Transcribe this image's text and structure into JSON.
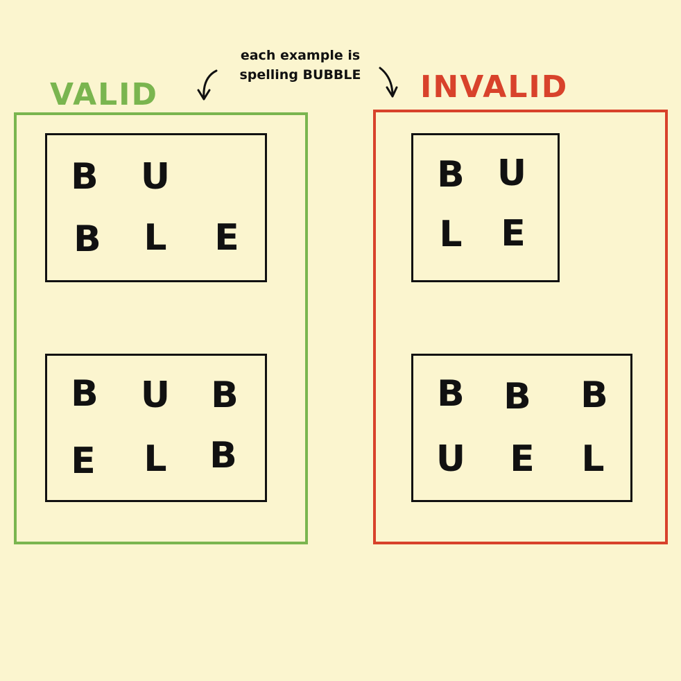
{
  "valid_heading": "VALID",
  "invalid_heading": "INVALID",
  "note": {
    "line1": "each example is",
    "line2": "spelling BUBBLE"
  },
  "colors": {
    "background": "#fbf5cf",
    "valid": "#7ab54f",
    "invalid": "#d8422b",
    "ink": "#111111"
  },
  "valid_examples": [
    {
      "rows": [
        [
          "B",
          "U",
          ""
        ],
        [
          "B",
          "L",
          "E"
        ]
      ]
    },
    {
      "rows": [
        [
          "B",
          "U",
          "B"
        ],
        [
          "E",
          "L",
          "B"
        ]
      ]
    }
  ],
  "invalid_examples": [
    {
      "rows": [
        [
          "B",
          "U"
        ],
        [
          "L",
          "E"
        ]
      ]
    },
    {
      "rows": [
        [
          "B",
          "B",
          "B"
        ],
        [
          "U",
          "E",
          "L"
        ]
      ]
    }
  ]
}
